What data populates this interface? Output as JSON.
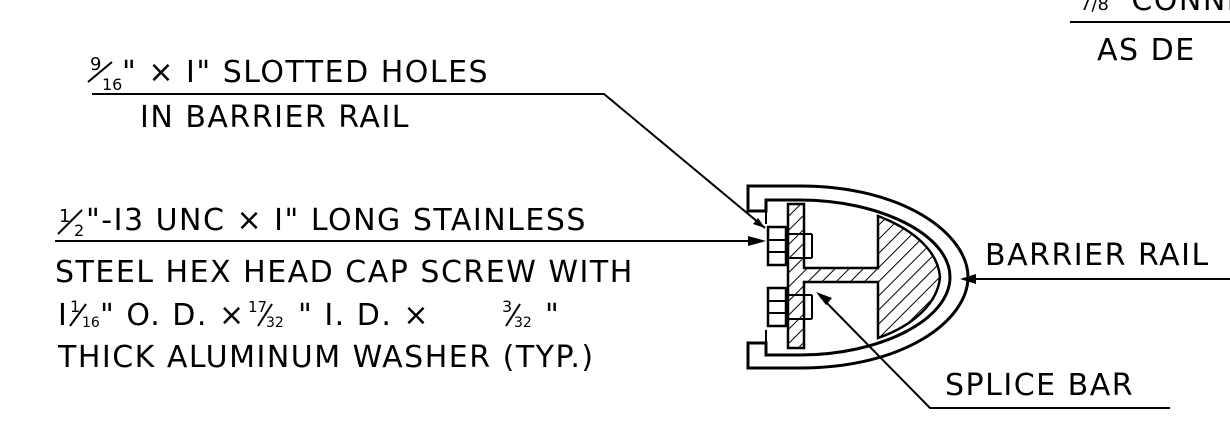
{
  "colors": {
    "ink": "#000000",
    "paper": "#ffffff"
  },
  "callouts": {
    "top_right": {
      "line1_frac": "7/8",
      "line1_text": "\" CONNE",
      "line2": "AS DE"
    },
    "slotted_holes": {
      "frac_num": "9",
      "frac_den": "16",
      "line1_rest": "\" × I\" SLOTTED HOLES",
      "line2": "IN BARRIER RAIL"
    },
    "cap_screw": {
      "line1_num": "1",
      "line1_den": "2",
      "line1_rest": "\"-I3 UNC × I\" LONG STAINLESS",
      "line2": "STEEL HEX HEAD CAP SCREW WITH",
      "line3_a_whole": "I",
      "line3_a_num": "1",
      "line3_a_den": "16",
      "line3_a_rest": "\" O. D. ×",
      "line3_b_num": "17",
      "line3_b_den": "32",
      "line3_b_rest": "\" I. D. ×",
      "line3_c_num": "3",
      "line3_c_den": "32",
      "line3_c_rest": "\"",
      "line4": "THICK ALUMINUM WASHER (TYP.)"
    },
    "barrier_rail": {
      "text": "BARRIER RAIL"
    },
    "splice_bar": {
      "text": "SPLICE BAR"
    }
  }
}
